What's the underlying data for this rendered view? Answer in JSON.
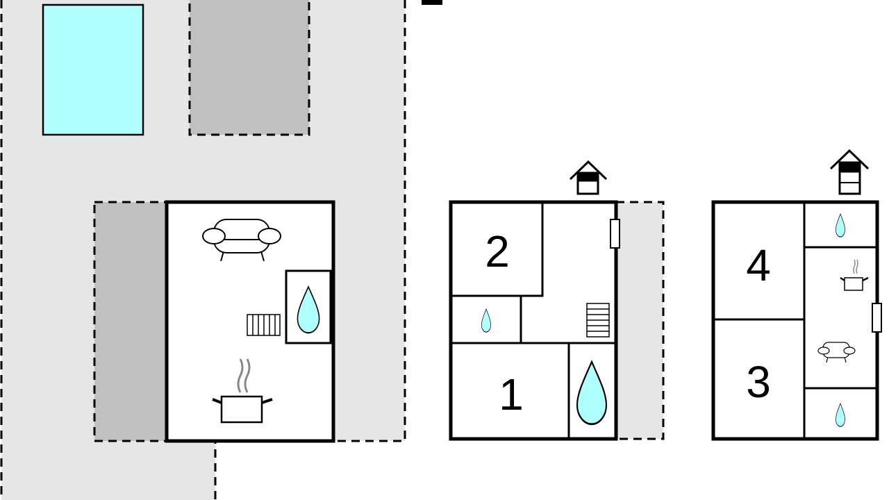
{
  "room_labels": {
    "room1": "1",
    "room2": "2",
    "room3": "3",
    "room4": "4"
  },
  "colors": {
    "water": "#b0ffff",
    "terrace": "#c0c0c0",
    "ground": "#e6e6e6",
    "wall": "#000000"
  },
  "icons": [
    "sofa-icon",
    "water-drop-icon",
    "cooking-pot-icon",
    "stairs-icon",
    "entrance-icon",
    "door-icon"
  ]
}
